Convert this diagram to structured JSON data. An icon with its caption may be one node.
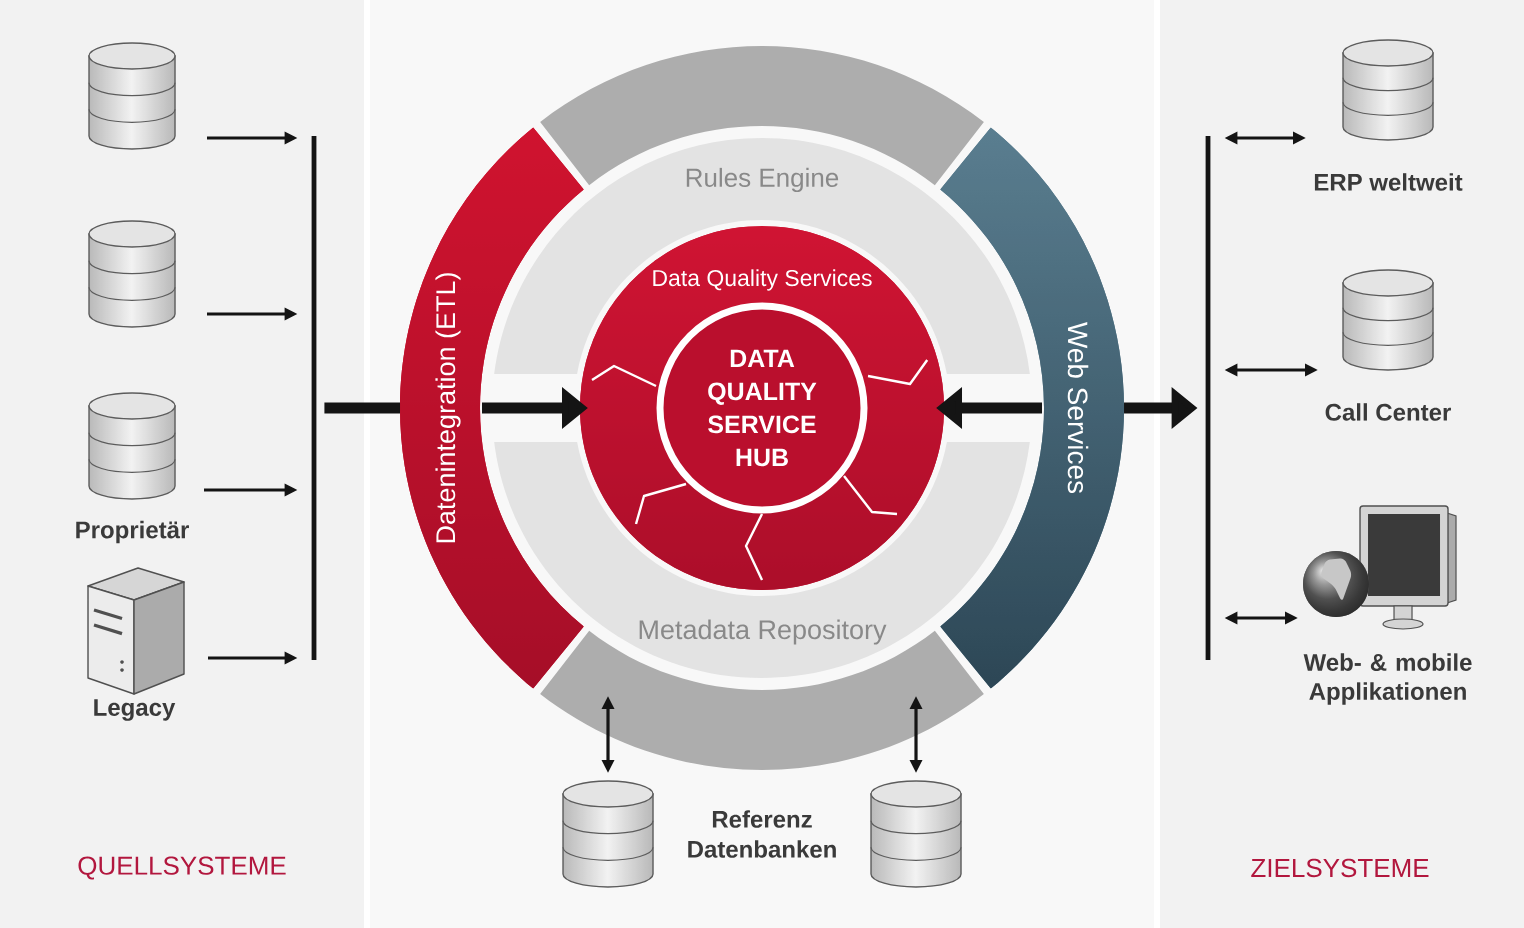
{
  "diagram": {
    "nodes": [
      {
        "text": [],
        "shape": "cylinder"
      },
      {
        "text": [],
        "shape": "cylinder"
      },
      {
        "text": [
          "Proprietär"
        ]
      },
      {
        "text": [
          "Legacy"
        ]
      },
      {
        "text": [],
        "shape": "bar"
      },
      {
        "text": [],
        "shape": "arc"
      },
      {
        "text": [
          "Datenintegration (ETL)"
        ]
      },
      {
        "text": [
          "Rules Engine"
        ]
      },
      {
        "text": [
          "Data Quality Services"
        ]
      },
      {
        "text": [
          "DATA QUALITY SERVICE HUB"
        ],
        "in": 8
      },
      {
        "text": [
          "Metadata Repository"
        ]
      },
      {
        "text": [
          "Web Services"
        ]
      },
      {
        "text": [],
        "shape": "arc"
      },
      {
        "text": [],
        "shape": "cylinder"
      },
      {
        "text": [],
        "shape": "cylinder"
      },
      {
        "text": [],
        "shape": "bar"
      },
      {
        "text": [
          "ERP weltweit"
        ]
      },
      {
        "text": [
          "Call Center"
        ]
      },
      {
        "text": [
          "Web- & mobile Applikationen"
        ]
      }
    ],
    "edges": [
      {
        "from": 0,
        "to": 4,
        "arrow": "to"
      },
      {
        "from": 1,
        "to": 4,
        "arrow": "to"
      },
      {
        "from": 2,
        "to": 4,
        "arrow": "to"
      },
      {
        "from": 3,
        "to": 4,
        "arrow": "to"
      },
      {
        "from": 4,
        "to": 6,
        "arrow": "none",
        "style": "thick"
      },
      {
        "from": 6,
        "to": 8,
        "arrow": "to",
        "style": "thick"
      },
      {
        "from": 11,
        "to": 8,
        "arrow": "to",
        "style": "thick"
      },
      {
        "from": 11,
        "to": 15,
        "arrow": "to",
        "style": "thick"
      },
      {
        "from": 15,
        "to": 16,
        "arrow": "both"
      },
      {
        "from": 15,
        "to": 17,
        "arrow": "both"
      },
      {
        "from": 15,
        "to": 18,
        "arrow": "both"
      },
      {
        "from": 12,
        "to": 13,
        "arrow": "both"
      },
      {
        "from": 12,
        "to": 14,
        "arrow": "both"
      }
    ],
    "labels": [
      "Referenz Datenbanken",
      "QUELLSYSTEME",
      "ZIELSYSTEME"
    ]
  }
}
